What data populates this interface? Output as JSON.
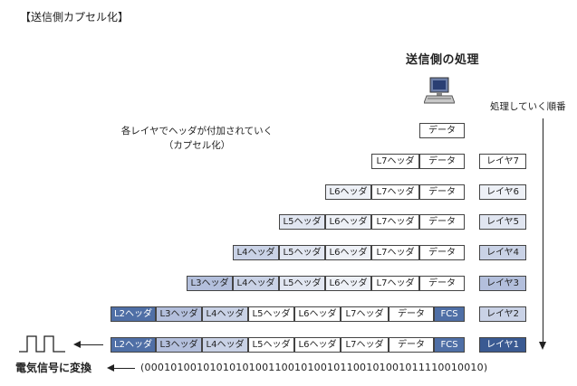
{
  "title": "【送信側カプセル化】",
  "sender_title": "送信側の処理",
  "order_label": "処理していく順番",
  "note_line1": "各レイヤでヘッダが付加されていく",
  "note_line2": "（カプセル化）",
  "cells": {
    "data": "データ",
    "l7": "L7ヘッダ",
    "l6": "L6ヘッダ",
    "l5": "L5ヘッダ",
    "l4": "L4ヘッダ",
    "l3": "L3ヘッダ",
    "l2": "L2ヘッダ",
    "fcs": "FCS"
  },
  "layers": [
    "レイヤ7",
    "レイヤ6",
    "レイヤ5",
    "レイヤ4",
    "レイヤ3",
    "レイヤ2",
    "レイヤ1"
  ],
  "bitstream": "(0001010010101010100110010100101100101001011110010010)",
  "convert_label": "電気信号に変換",
  "icons": {
    "computer": "computer-icon",
    "signal": "square-wave-icon"
  }
}
